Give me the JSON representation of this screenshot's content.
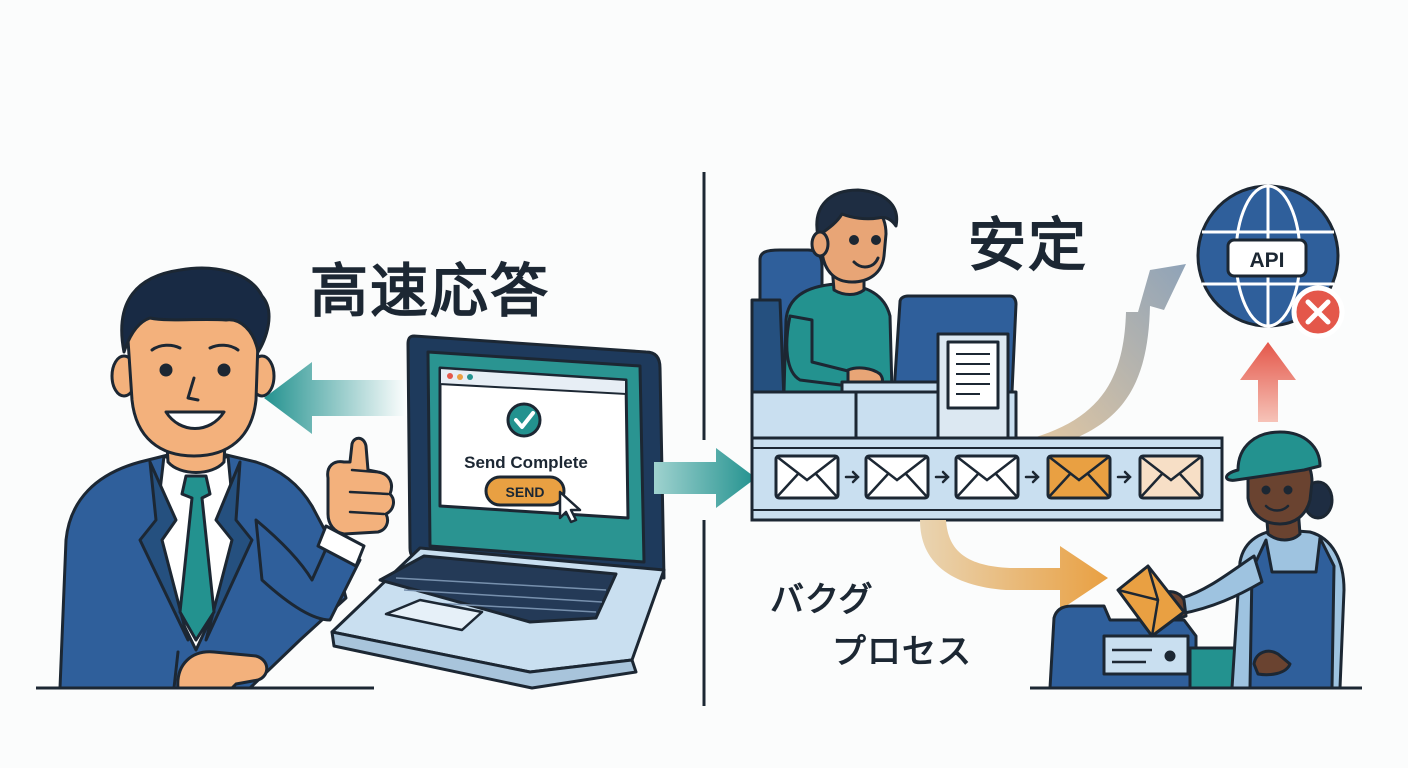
{
  "left_panel": {
    "heading": "高速応答",
    "screen": {
      "status_text": "Send Complete",
      "button_label": "SEND"
    }
  },
  "right_panel": {
    "heading": "安定",
    "background_process_label": [
      "バクグ",
      "プロセス"
    ],
    "api_label": "API",
    "envelope_states": [
      "done",
      "done",
      "done",
      "processing",
      "queued"
    ]
  },
  "colors": {
    "navy": "#1e3a5c",
    "blue": "#2f5f9b",
    "teal": "#23928f",
    "orange": "#e9a042",
    "red": "#e4574a",
    "outline": "#1c2733"
  }
}
